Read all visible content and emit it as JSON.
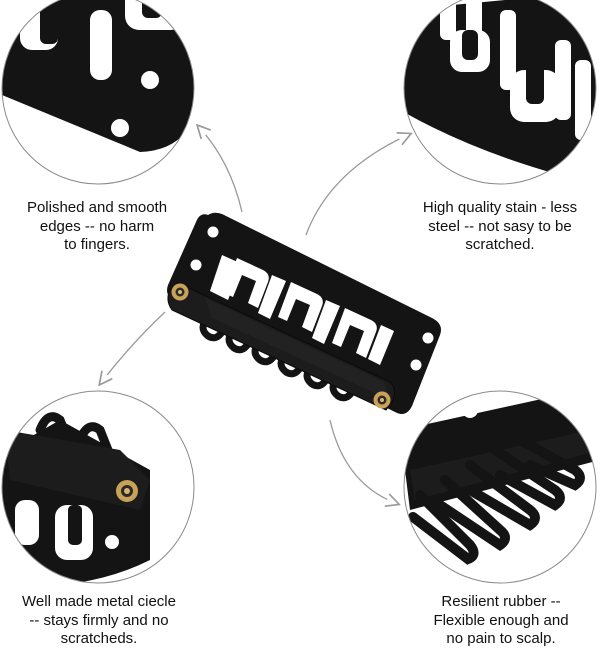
{
  "features": [
    {
      "id": "edges",
      "lines": [
        "Polished and smooth",
        "edges -- no harm",
        "to fingers."
      ]
    },
    {
      "id": "steel",
      "lines": [
        "High quality stain - less",
        "steel -- not sasy to be",
        "scratched."
      ]
    },
    {
      "id": "metal-circle",
      "lines": [
        "Well made metal ciecle",
        "-- stays firmly and no",
        "scratcheds."
      ]
    },
    {
      "id": "rubber",
      "lines": [
        "Resilient rubber --",
        "Flexible enough and",
        "no pain to scalp."
      ]
    }
  ],
  "colors": {
    "clip": "#141414",
    "clip_highlight": "#2b2b2b",
    "rubber": "#1c1c1c",
    "grommet": "#c9a25a",
    "arrow": "#9a9a9a",
    "circle_border": "#8a8a8a"
  }
}
